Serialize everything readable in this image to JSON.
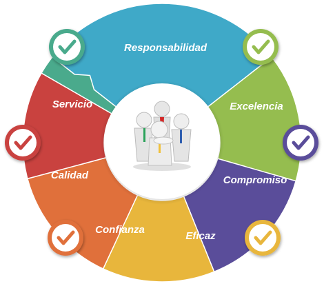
{
  "cycle": {
    "segments": [
      {
        "key": "responsabilidad",
        "label": "Responsabilidad",
        "color": "#3fa9c8"
      },
      {
        "key": "excelencia",
        "label": "Excelencia",
        "color": "#95bd4f"
      },
      {
        "key": "compromiso",
        "label": "Compromiso",
        "color": "#5a4d9a"
      },
      {
        "key": "eficaz",
        "label": "Eficaz",
        "color": "#e8b63c"
      },
      {
        "key": "confianza",
        "label": "Confianza",
        "color": "#e0703b"
      },
      {
        "key": "calidad",
        "label": "Calidad",
        "color": "#c9423f"
      },
      {
        "key": "servicio",
        "label": "Servicio",
        "color": "#4aaa8c"
      }
    ],
    "checkmarks": [
      {
        "key": "top-left",
        "color": "#4aaa8c"
      },
      {
        "key": "top-right",
        "color": "#95bd4f"
      },
      {
        "key": "right",
        "color": "#5a4d9a"
      },
      {
        "key": "left",
        "color": "#c9423f"
      },
      {
        "key": "bottom-left",
        "color": "#e0703b"
      },
      {
        "key": "bottom-right",
        "color": "#e8b63c"
      }
    ],
    "center_image": "teamwork-people-icon"
  }
}
